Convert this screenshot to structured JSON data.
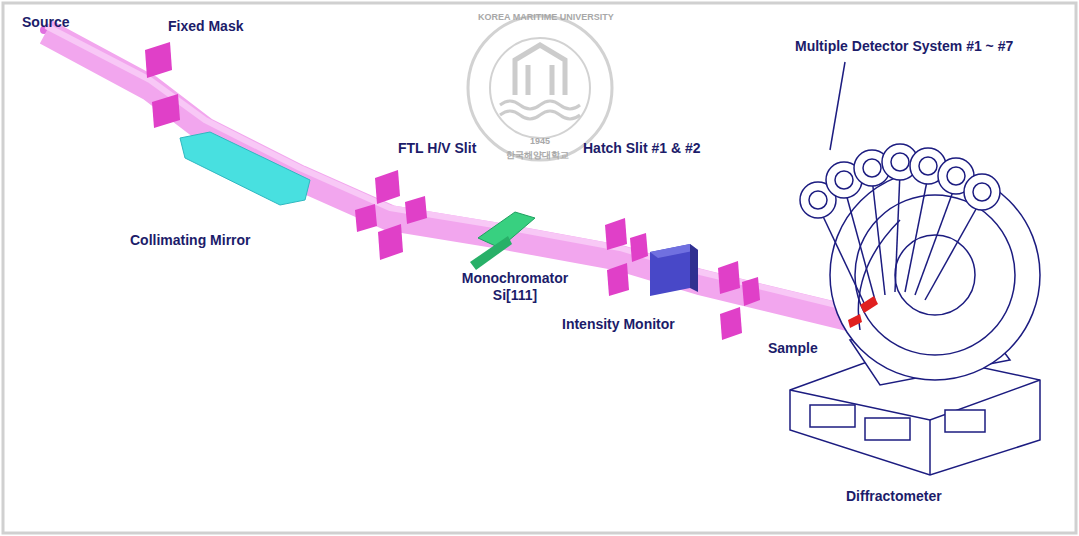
{
  "diagram": {
    "labels": [
      "Source",
      "Fixed Mask",
      "Collimating Mirror",
      "FTL H/V Slit",
      "Monochromator Si[111]",
      "Hatch Slit #1 & #2",
      "Intensity Monitor",
      "Multiple Detector System #1 ~ #7",
      "Sample",
      "Diffractometer",
      "KOREA MARITIME UNIVERSITY",
      "1945",
      "한국해양대학교"
    ]
  }
}
